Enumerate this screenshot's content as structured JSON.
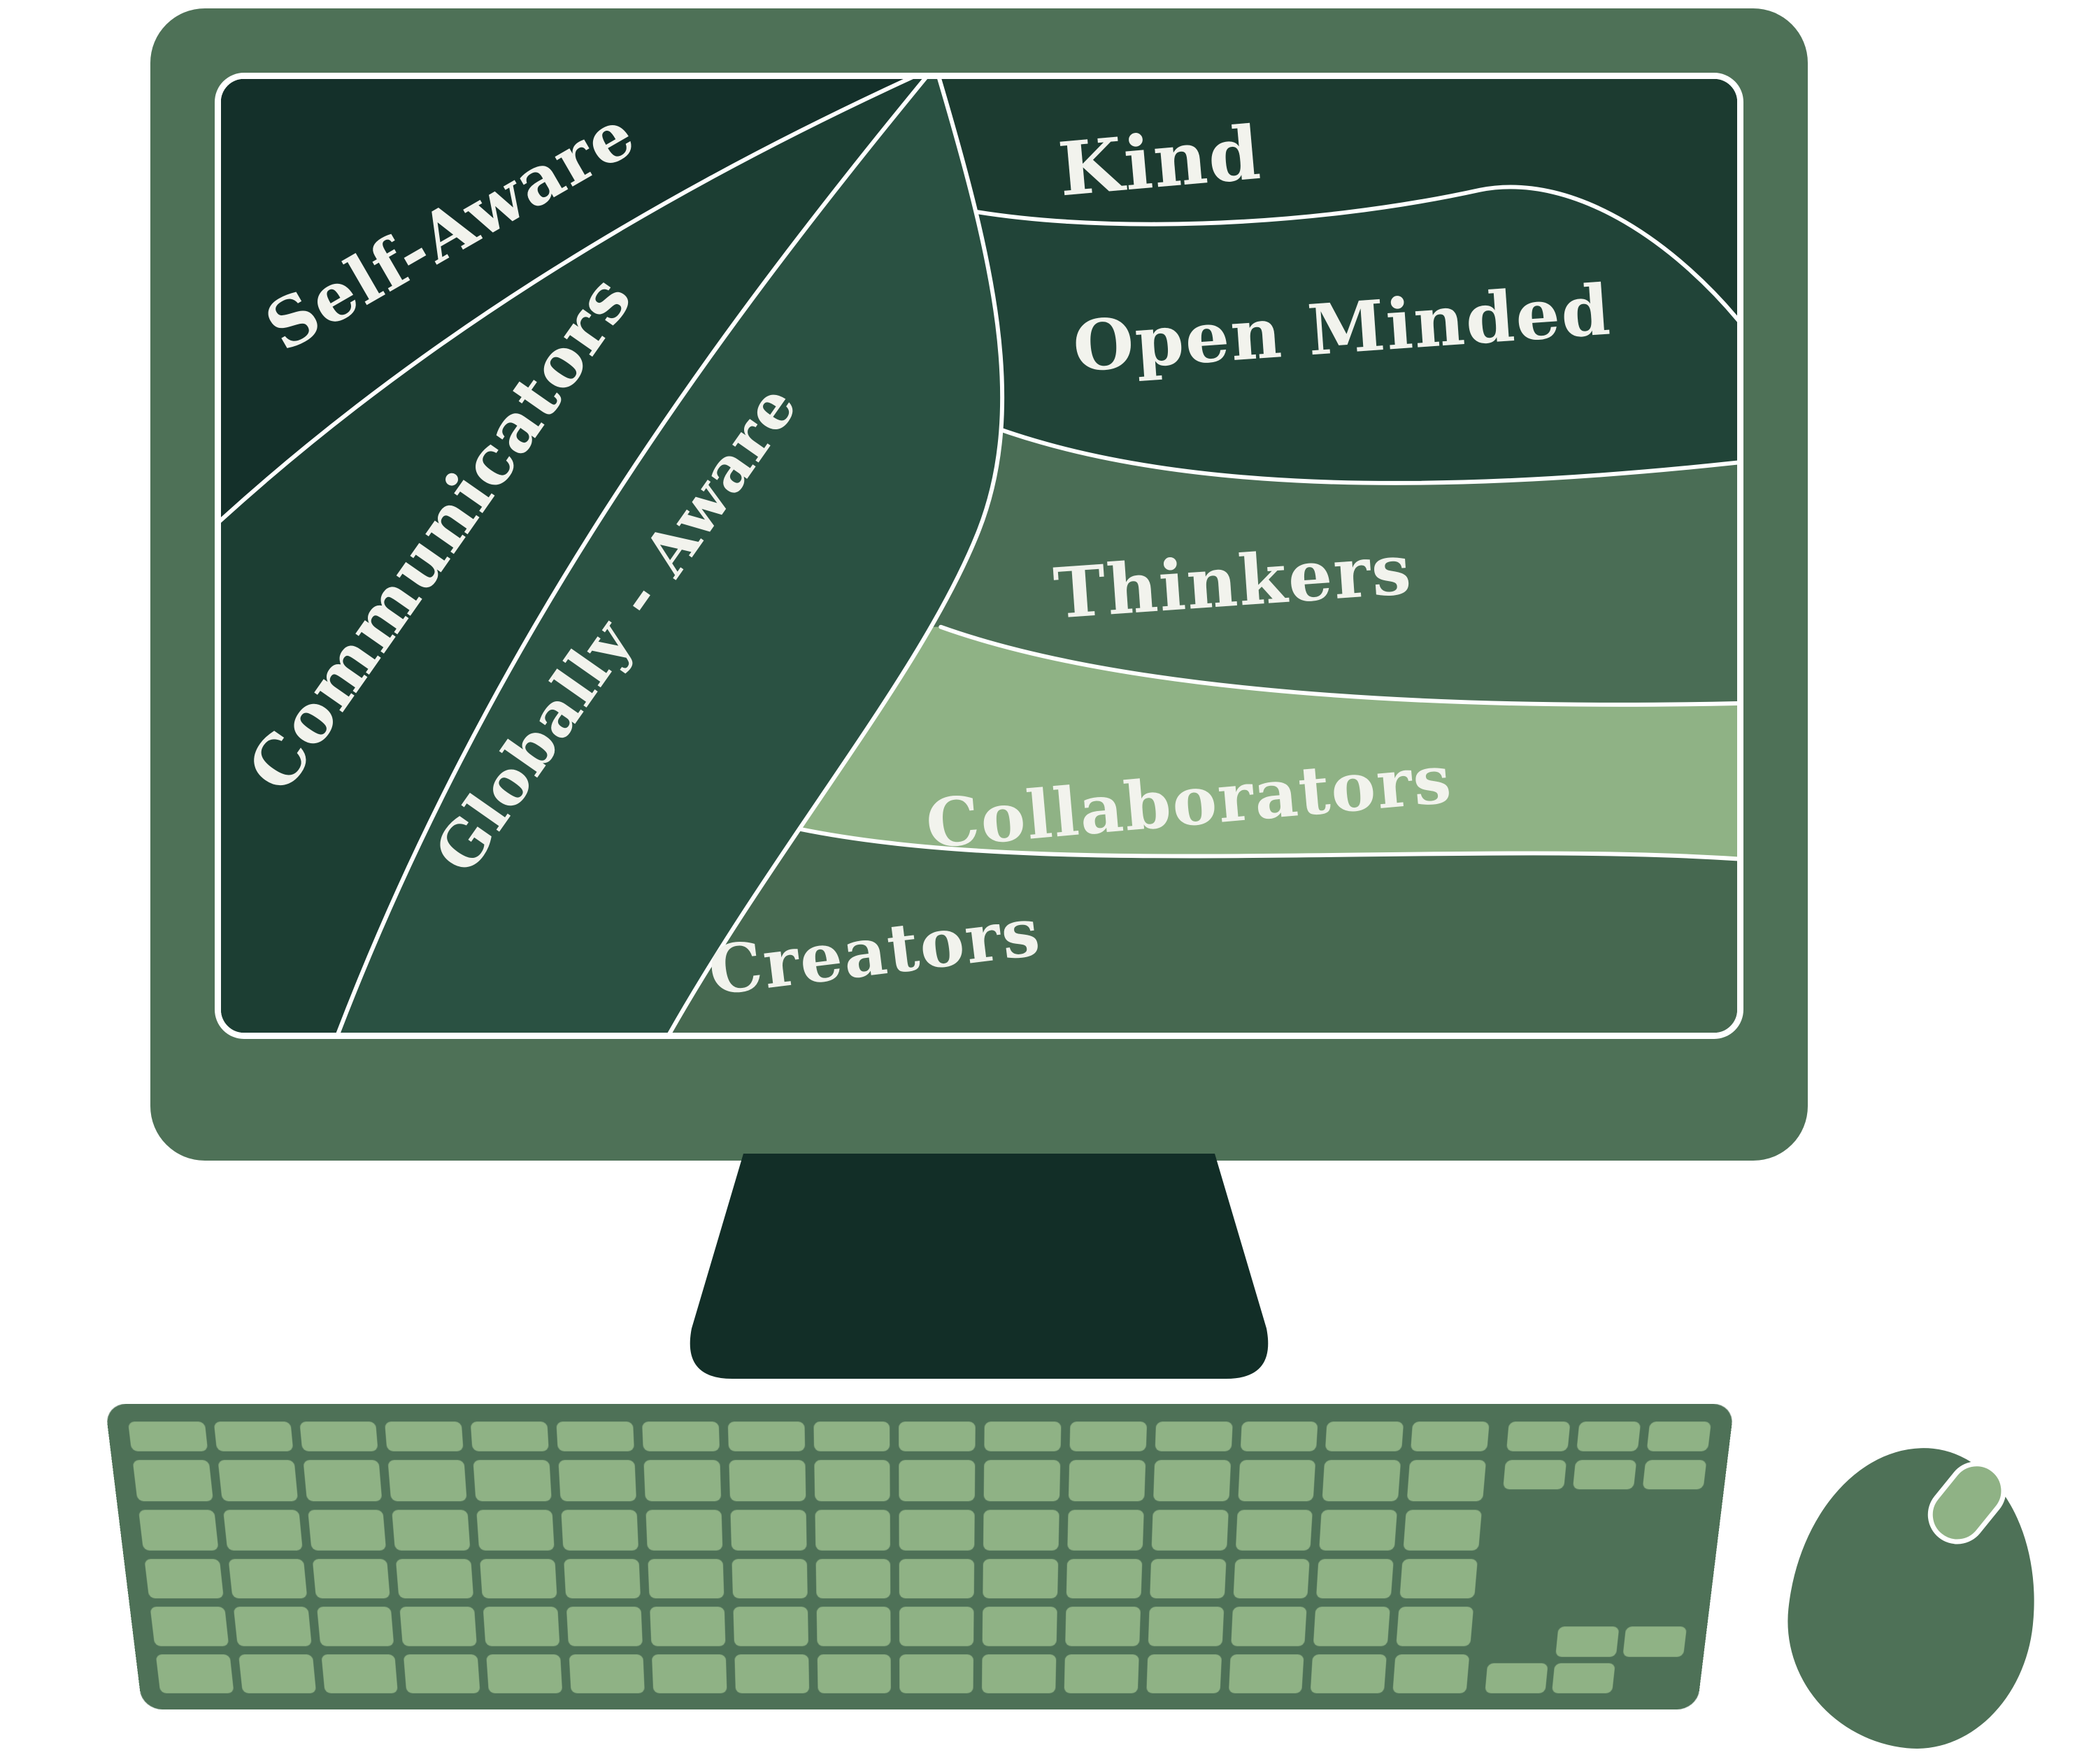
{
  "screen_diagram": {
    "segments": [
      {
        "id": "self-aware",
        "label": "Self-Aware",
        "color": "#14302A"
      },
      {
        "id": "communicators",
        "label": "Communicators",
        "color": "#1C3E33"
      },
      {
        "id": "globally-aware",
        "label": "Globally - Aware",
        "color": "#2A5142"
      },
      {
        "id": "kind",
        "label": "Kind",
        "color": "#1C3B30"
      },
      {
        "id": "open-minded",
        "label": "Open Minded",
        "color": "#214438"
      },
      {
        "id": "thinkers",
        "label": "Thinkers",
        "color": "#4A6D55"
      },
      {
        "id": "collaborators",
        "label": "Collaborators",
        "color": "#8FB285"
      },
      {
        "id": "creators",
        "label": "Creators",
        "color": "#466850"
      }
    ],
    "text_color": "#F2F3ED",
    "divider_color": "#FFFFFF"
  },
  "hardware": {
    "background_color": "#FFFFFF",
    "monitor_frame_color": "#4E7157",
    "screen_bg_color": "#1C3B30",
    "stand_color": "#122E27",
    "keyboard_body_color": "#4E7157",
    "key_color": "#8FB285",
    "mouse_body_color": "#4E7157",
    "mouse_wheel_color": "#8FB285"
  }
}
